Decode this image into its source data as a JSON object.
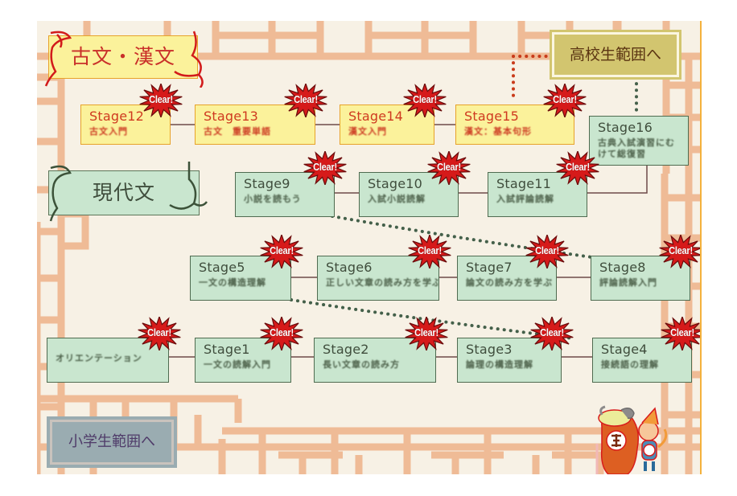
{
  "sections": {
    "classics": {
      "label": "古文・漢文"
    },
    "modern": {
      "label": "現代文"
    }
  },
  "nav": {
    "high_school": {
      "label": "高校生範囲へ"
    },
    "elementary": {
      "label": "小学生範囲へ"
    }
  },
  "badge_text": "Clear!",
  "stages": [
    {
      "id": "stage-12",
      "title": "Stage12",
      "subtitle": "古文入門",
      "theme": "yellow",
      "cleared": true
    },
    {
      "id": "stage-13",
      "title": "Stage13",
      "subtitle": "古文　重要単語",
      "theme": "yellow",
      "cleared": true
    },
    {
      "id": "stage-14",
      "title": "Stage14",
      "subtitle": "漢文入門",
      "theme": "yellow",
      "cleared": true
    },
    {
      "id": "stage-15",
      "title": "Stage15",
      "subtitle": "漢文：基本句形",
      "theme": "yellow",
      "cleared": true
    },
    {
      "id": "stage-16",
      "title": "Stage16",
      "subtitle": "古典入試演習にむけて総復習",
      "theme": "green",
      "cleared": false
    },
    {
      "id": "stage-9",
      "title": "Stage9",
      "subtitle": "小説を読もう",
      "theme": "green",
      "cleared": true
    },
    {
      "id": "stage-10",
      "title": "Stage10",
      "subtitle": "入試小説読解",
      "theme": "green",
      "cleared": true
    },
    {
      "id": "stage-11",
      "title": "Stage11",
      "subtitle": "入試評論読解",
      "theme": "green",
      "cleared": true
    },
    {
      "id": "stage-5",
      "title": "Stage5",
      "subtitle": "一文の構造理解",
      "theme": "green",
      "cleared": true
    },
    {
      "id": "stage-6",
      "title": "Stage6",
      "subtitle": "正しい文章の読み方を学ぶ",
      "theme": "green",
      "cleared": true
    },
    {
      "id": "stage-7",
      "title": "Stage7",
      "subtitle": "論文の読み方を学ぶ",
      "theme": "green",
      "cleared": true
    },
    {
      "id": "stage-8",
      "title": "Stage8",
      "subtitle": "評論読解入門",
      "theme": "green",
      "cleared": true
    },
    {
      "id": "orientation",
      "title": "",
      "subtitle": "オリエンテーション",
      "theme": "green",
      "cleared": true
    },
    {
      "id": "stage-1",
      "title": "Stage1",
      "subtitle": "一文の読解入門",
      "theme": "green",
      "cleared": true
    },
    {
      "id": "stage-2",
      "title": "Stage2",
      "subtitle": "長い文章の読み方",
      "theme": "green",
      "cleared": true
    },
    {
      "id": "stage-3",
      "title": "Stage3",
      "subtitle": "論理の構造理解",
      "theme": "green",
      "cleared": true
    },
    {
      "id": "stage-4",
      "title": "Stage4",
      "subtitle": "接続語の理解",
      "theme": "green",
      "cleared": true
    }
  ],
  "colors": {
    "background": "#f7f1e5",
    "lattice": "#efbb96",
    "green_box": "#c9e6cf",
    "yellow_box": "#fbf29b",
    "badge_red": "#d61a1a",
    "high_school_button": "#d2c56f",
    "elementary_button": "#9aacb1"
  },
  "mascot": {
    "icon": "sheep-and-monkey-mascot-icon"
  }
}
